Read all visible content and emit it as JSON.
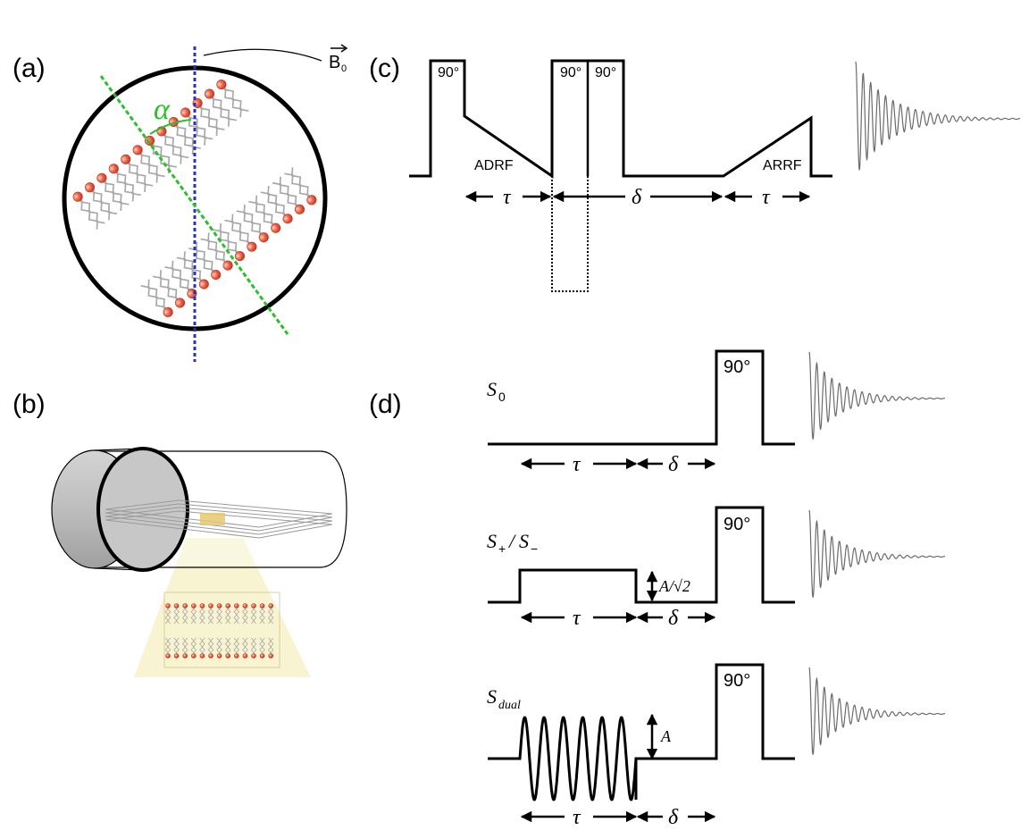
{
  "panels": {
    "a": {
      "label": "(a)",
      "angle_symbol": "α",
      "field_symbol": "B",
      "field_subscript": "0"
    },
    "b": {
      "label": "(b)"
    },
    "c": {
      "label": "(c)",
      "pulse1": "90°",
      "pulse2": "90°",
      "pulse3": "90°",
      "adrf": "ADRF",
      "arrf": "ARRF",
      "tau1": "τ",
      "delta": "δ",
      "tau2": "τ"
    },
    "d": {
      "label": "(d)",
      "row1": {
        "signal": "S",
        "sub": "0",
        "pulse": "90°",
        "tau": "τ",
        "delta": "δ"
      },
      "row2": {
        "signal_a": "S",
        "sub_a": "+",
        "slash": "/",
        "signal_b": "S",
        "sub_b": "−",
        "amp": "A/√2",
        "pulse": "90°",
        "tau": "τ",
        "delta": "δ"
      },
      "row3": {
        "signal": "S",
        "sub": "dual",
        "amp": "A",
        "pulse": "90°",
        "tau": "τ",
        "delta": "δ"
      }
    }
  },
  "colors": {
    "axis_b0": "#2b2fc4",
    "director": "#2bbf2b",
    "headgroup": "#e8553e",
    "chain": "#a8a8a8",
    "beam": "#f7f2cc",
    "sample": "#e6c870"
  }
}
